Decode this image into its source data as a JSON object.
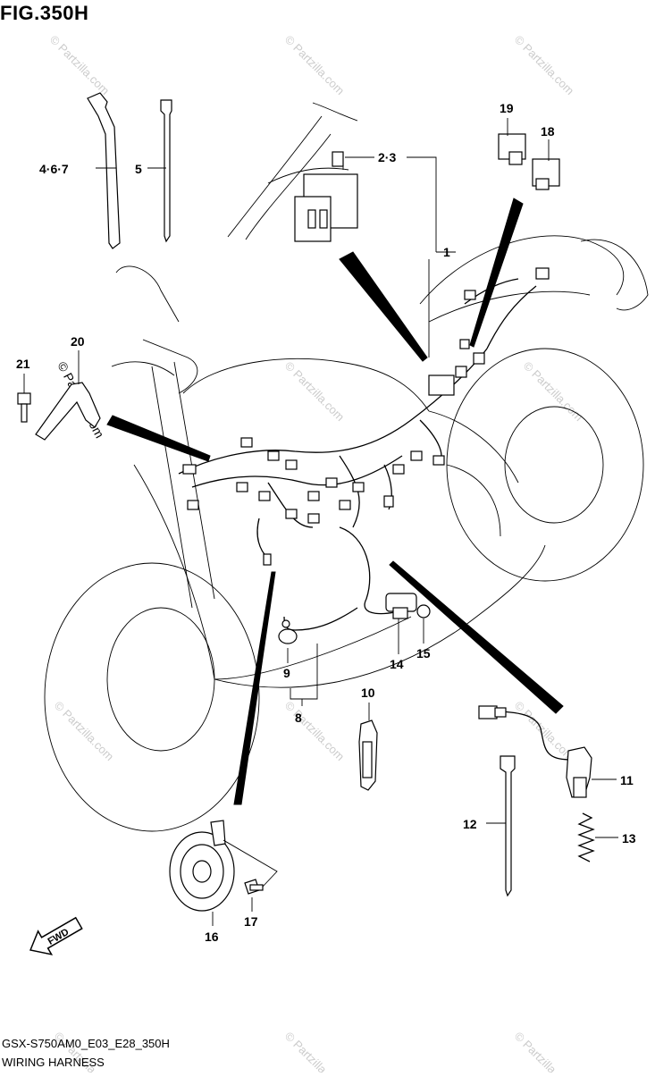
{
  "figure": {
    "title": "FIG.350H",
    "code": "GSX-S750AM0_E03_E28_350H",
    "name": "WIRING HARNESS",
    "watermark": "© Partzilla.com",
    "direction_label": "FWD"
  },
  "callouts": [
    "1",
    "2·3",
    "4·6·7",
    "5",
    "8",
    "9",
    "10",
    "11",
    "12",
    "13",
    "14",
    "15",
    "16",
    "17",
    "18",
    "19",
    "20",
    "21"
  ]
}
